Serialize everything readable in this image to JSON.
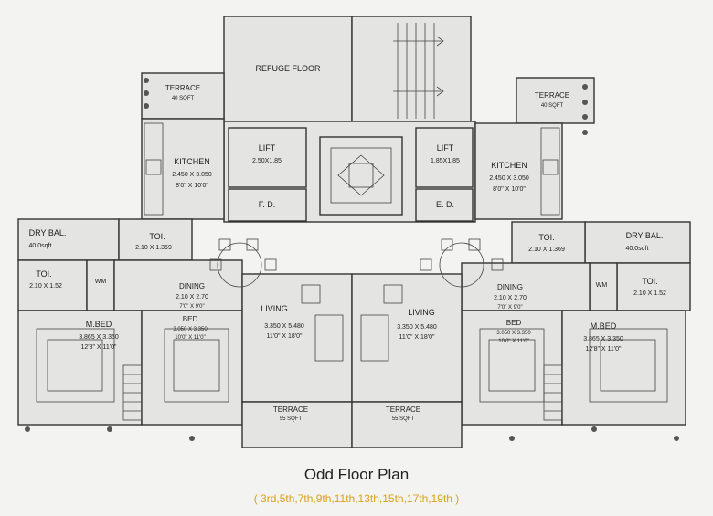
{
  "title": "Odd Floor Plan",
  "subtitle": "( 3rd,5th,7th,9th,11th,13th,15th,17th,19th )",
  "core": {
    "refuge": "REFUGE FLOOR",
    "lift_left": {
      "name": "LIFT",
      "size": "2.50X1.85"
    },
    "lift_right": {
      "name": "LIFT",
      "size": "1.85X1.85"
    },
    "fd": "F. D.",
    "ed": "E. D."
  },
  "terrace_top_left": {
    "name": "TERRACE",
    "area": "40 SQFT"
  },
  "terrace_top_right": {
    "name": "TERRACE",
    "area": "40 SQFT"
  },
  "terrace_bottom_left": {
    "name": "TERRACE",
    "area": "55 SQFT"
  },
  "terrace_bottom_right": {
    "name": "TERRACE",
    "area": "55 SQFT"
  },
  "left_flat": {
    "kitchen": {
      "name": "KITCHEN",
      "m": "2.450 X 3.050",
      "ft": "8'0\" X 10'0\""
    },
    "dry_bal": {
      "name": "DRY BAL.",
      "area": "40.0sqft"
    },
    "toi_small": {
      "name": "TOI.",
      "m": "2.10 X 1.369"
    },
    "toi": {
      "name": "TOI.",
      "m": "2.10 X 1.52"
    },
    "wm": "WM",
    "dining": {
      "name": "DINING",
      "m": "2.10 X 2.70",
      "ft": "7'0\" X 9'0\""
    },
    "mbed": {
      "name": "M.BED",
      "m": "3.865 X 3.350",
      "ft": "12'8\" X 11'0\""
    },
    "bed": {
      "name": "BED",
      "m": "3.050 X 3.350",
      "ft": "10'0\" X 11'0\""
    },
    "living": {
      "name": "LIVING",
      "m": "3.350 X 5.480",
      "ft": "11'0\" X 18'0\""
    }
  },
  "right_flat": {
    "kitchen": {
      "name": "KITCHEN",
      "m": "2.450 X 3.050",
      "ft": "8'0\" X 10'0\""
    },
    "dry_bal": {
      "name": "DRY BAL.",
      "area": "40.0sqft"
    },
    "toi_small": {
      "name": "TOI.",
      "m": "2.10 X 1.369"
    },
    "toi": {
      "name": "TOI.",
      "m": "2.10 X 1.52"
    },
    "wm": "WM",
    "dining": {
      "name": "DINING",
      "m": "2.10 X 2.70",
      "ft": "7'0\" X 9'0\""
    },
    "mbed": {
      "name": "M.BED",
      "m": "3.865 X 3.350",
      "ft": "12'8\" X 11'0\""
    },
    "bed": {
      "name": "BED",
      "m": "3.050 X 3.350",
      "ft": "10'0\" X 11'0\""
    },
    "living": {
      "name": "LIVING",
      "m": "3.350 X 5.480",
      "ft": "11'0\" X 18'0\""
    }
  }
}
